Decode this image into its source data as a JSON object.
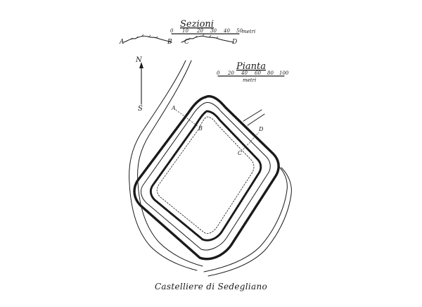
{
  "sections_scale": {
    "title": "Sezioni",
    "ticks": [
      "0",
      "10",
      "20",
      "30",
      "40",
      "50"
    ],
    "unit": "metri",
    "profile_labels": [
      "A",
      "B",
      "C",
      "D"
    ]
  },
  "plan_scale": {
    "title": "Pianta",
    "ticks": [
      "0",
      "20",
      "40",
      "60",
      "80",
      "100"
    ],
    "unit": "metri"
  },
  "compass": {
    "north": "N",
    "south": "S"
  },
  "plan_labels": [
    "A",
    "B",
    "C",
    "D"
  ],
  "caption": "Castelliere di Sedegliano"
}
